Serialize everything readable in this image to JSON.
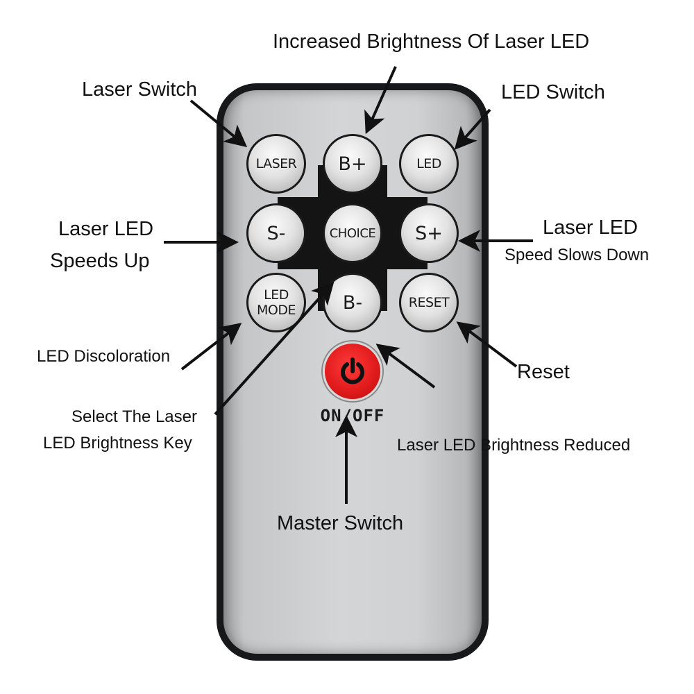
{
  "annotations": {
    "increased_brightness": "Increased Brightness Of Laser LED",
    "laser_switch": "Laser Switch",
    "led_switch": "LED Switch",
    "laser_led_speeds_up_line1": "Laser LED",
    "laser_led_speeds_up_line2": "Speeds Up",
    "laser_led_slows_line1": "Laser LED",
    "laser_led_slows_line2": "Speed Slows Down",
    "led_discoloration": "LED Discoloration",
    "reset": "Reset",
    "select_brightness_line1": "Select The Laser",
    "select_brightness_line2": "LED Brightness Key",
    "brightness_reduced": "Laser LED Brightness Reduced",
    "master_switch": "Master Switch"
  },
  "remote": {
    "buttons": {
      "laser": "LASER",
      "b_plus": "B+",
      "led": "LED",
      "s_minus": "S-",
      "choice": "CHOICE",
      "s_plus": "S+",
      "led_mode_line1": "LED",
      "led_mode_line2": "MODE",
      "b_minus": "B-",
      "reset": "RESET"
    },
    "power_label": "ON/OFF"
  },
  "colors": {
    "remote_body": "#cfd1d3",
    "remote_border": "#16181a",
    "power_button": "#e21c1c",
    "button_face": "#e2e2e2"
  },
  "icons": {
    "power": "power-icon"
  }
}
